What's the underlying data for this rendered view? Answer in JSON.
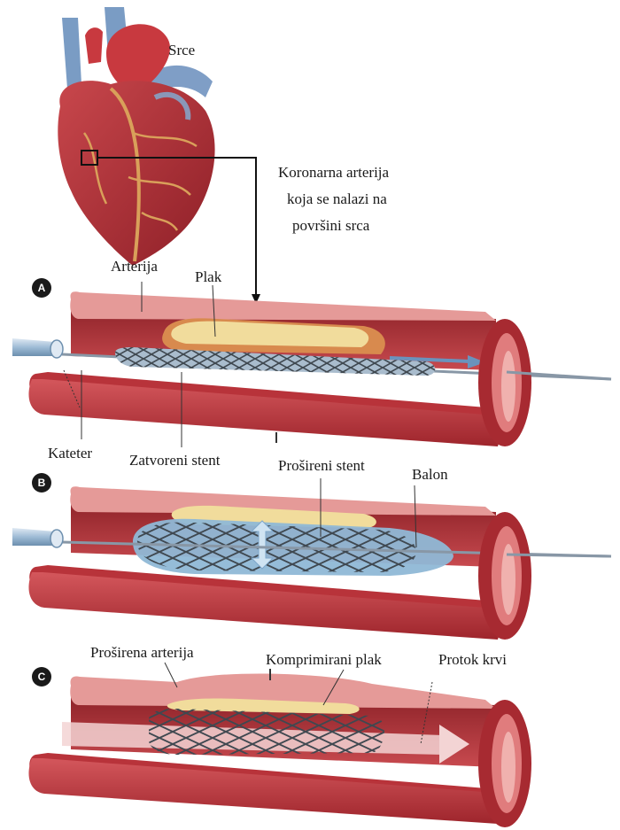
{
  "labels": {
    "heart": "Srce",
    "coronary_line1": "Koronarna arterija",
    "coronary_line2": "koja se nalazi na",
    "coronary_line3": "površini srca",
    "artery": "Arterija",
    "plaque": "Plak",
    "catheter": "Kateter",
    "closed_stent": "Zatvoreni stent",
    "expanded_stent": "Prošireni stent",
    "balloon": "Balon",
    "widened_artery": "Proširena arterija",
    "compressed_plaque": "Komprimirani plak",
    "blood_flow": "Protok krvi"
  },
  "panels": [
    {
      "badge": "A"
    },
    {
      "badge": "B"
    },
    {
      "badge": "C"
    }
  ],
  "colors": {
    "artery_wall": "#b8333a",
    "artery_dark": "#7e1c22",
    "artery_light": "#e59a98",
    "plaque": "#f1dc9c",
    "plaque_edge": "#d9a05a",
    "stent": "#4d5660",
    "balloon": "#8fb8d6",
    "catheter": "#a8c4dc",
    "flow": "#f3d4d4"
  }
}
